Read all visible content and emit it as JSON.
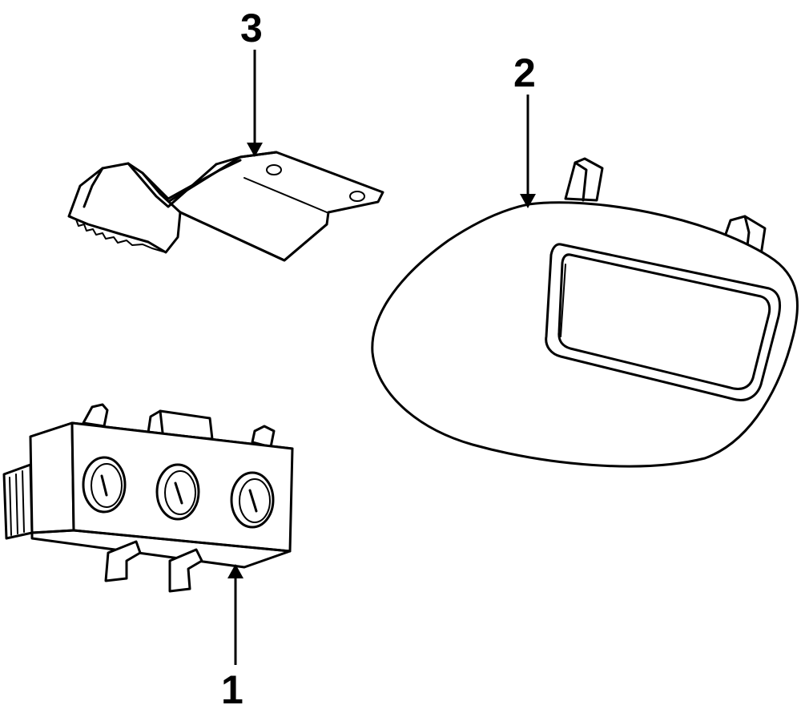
{
  "callouts": {
    "part_1": "1",
    "part_2": "2",
    "part_3": "3"
  },
  "colors": {
    "ink": "#000000",
    "background": "#ffffff"
  }
}
